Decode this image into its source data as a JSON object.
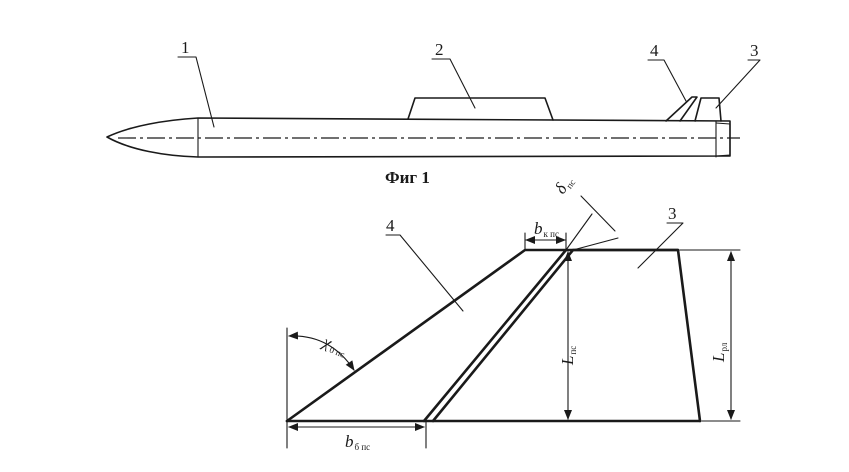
{
  "fig1": {
    "caption": "Фиг 1",
    "labels": {
      "nose_body": "1",
      "fairing": "2",
      "tail_fin": "3",
      "strake": "4"
    }
  },
  "fig2": {
    "labels": {
      "strake": "4",
      "fin": "3"
    },
    "dimensions": {
      "delta": {
        "main": "δ",
        "sub": "пс"
      },
      "b_k": {
        "main": "b",
        "sub": "к пс"
      },
      "chi": {
        "main": "χ",
        "sub": "0 пс"
      },
      "L_pc": {
        "main": "L",
        "sub": "пс"
      },
      "L_pl": {
        "main": "L",
        "sub": "рл"
      },
      "b_b": {
        "main": "b",
        "sub": "б пс"
      }
    }
  }
}
